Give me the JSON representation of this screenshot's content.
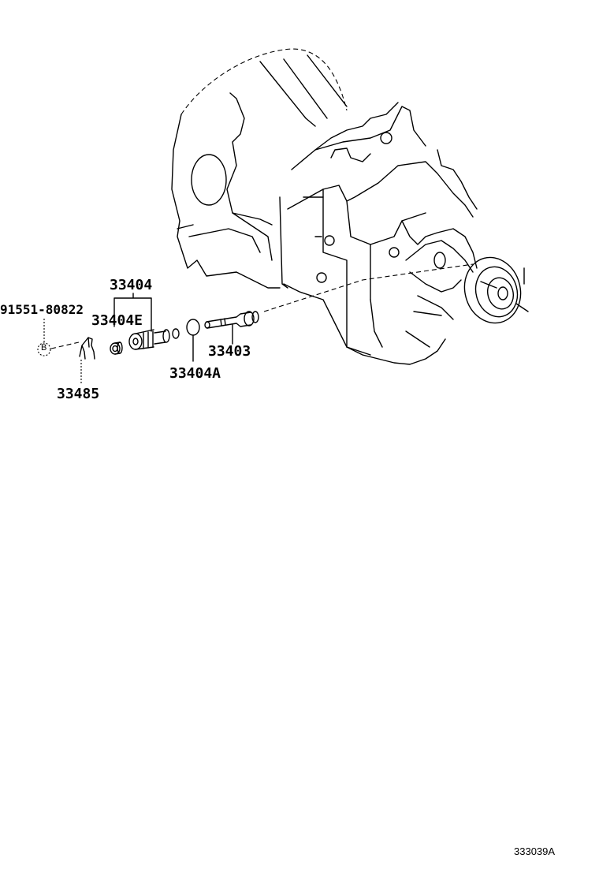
{
  "diagram": {
    "type": "exploded-parts-diagram",
    "subject": "manual transmission assembly with speedometer driven gear",
    "figure_number": "333039A",
    "callouts": [
      {
        "id": "c1",
        "label": "33404"
      },
      {
        "id": "c2",
        "label": "33404E"
      },
      {
        "id": "c3",
        "label": "91551-80822"
      },
      {
        "id": "c4",
        "label": "33485"
      },
      {
        "id": "c5",
        "label": "33404A"
      },
      {
        "id": "c6",
        "label": "33403"
      }
    ],
    "symbols": {
      "bolt_marker": "B"
    }
  }
}
